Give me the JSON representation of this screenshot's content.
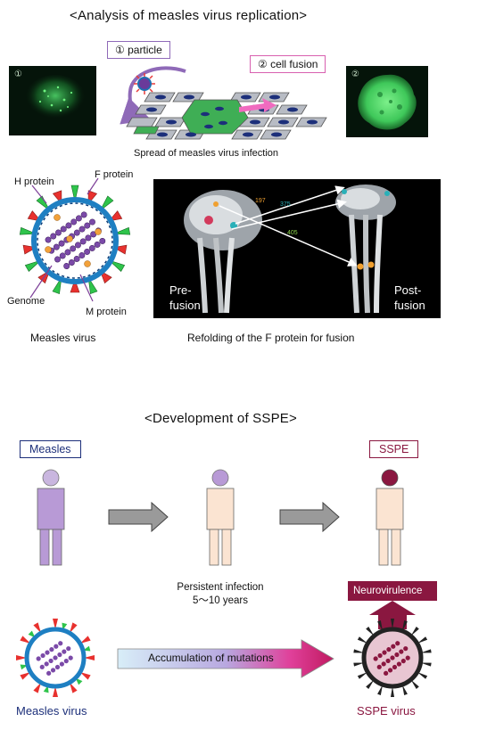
{
  "top": {
    "title": "<Analysis of measles virus replication>",
    "micro_left_label": "①",
    "micro_right_label": "②",
    "particle_label": "① particle",
    "fusion_label": "② cell fusion",
    "spread_caption": "Spread of measles virus infection"
  },
  "virus_diagram": {
    "h_protein": "H protein",
    "f_protein": "F protein",
    "genome": "Genome",
    "m_protein": "M protein",
    "caption": "Measles virus"
  },
  "refolding": {
    "pre_label": "Pre-\nfusion",
    "post_label": "Post-\nfusion",
    "n197": "197",
    "n375": "375",
    "n405": "405",
    "caption": "Refolding of the F protein for fusion"
  },
  "sspe": {
    "title": "<Development of SSPE>",
    "measles_box": "Measles",
    "sspe_box": "SSPE",
    "persistent_line1": "Persistent infection",
    "persistent_line2": "5～10 years",
    "neurovirulence": "Neurovirulence",
    "accumulation": "Accumulation of mutations",
    "measles_virus": "Measles virus",
    "sspe_virus": "SSPE virus"
  },
  "colors": {
    "purple": "#8f6ab8",
    "pink": "#d860b0",
    "navy": "#1c2f7a",
    "maroon": "#8a1740",
    "gray_arrow": "#9a9a9a",
    "skin": "#fbe4d2",
    "lavender": "#c9b6df"
  }
}
